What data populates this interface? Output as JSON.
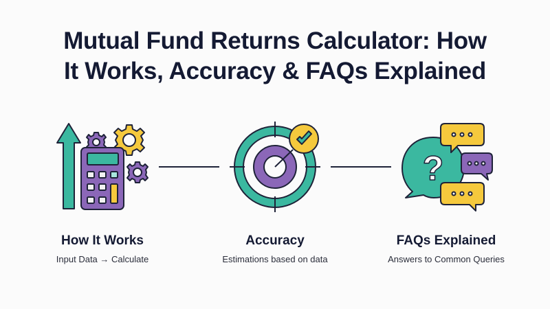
{
  "title": {
    "line1": "Mutual Fund Returns Calculator: How",
    "line2": "It Works, Accuracy & FAQs Explained"
  },
  "colors": {
    "teal": "#3bb8a0",
    "purple": "#8b67b8",
    "yellow": "#f5c93d",
    "outline": "#1e2238",
    "title": "#141a33",
    "background": "#fbfbfb"
  },
  "sections": [
    {
      "icon": "calculator-growth-icon",
      "heading": "How It Works",
      "caption": "Input Data → Calculate"
    },
    {
      "icon": "target-check-icon",
      "heading": "Accuracy",
      "caption": "Estimations based on data"
    },
    {
      "icon": "faq-chat-icon",
      "heading": "FAQs Explained",
      "caption": "Answers to Common Queries"
    }
  ]
}
